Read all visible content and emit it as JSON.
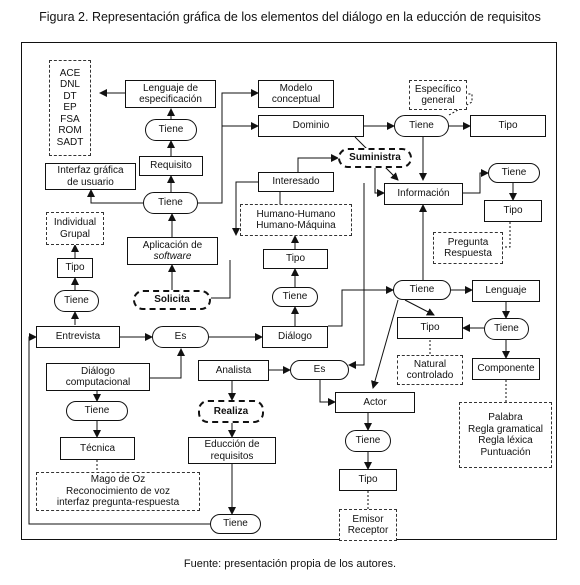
{
  "title": "Figura 2. Representación gráfica de los elementos del diálogo en la educción de requisitos",
  "caption": "Fuente: presentación propia de los autores.",
  "nodes": {
    "methods": "ACE\nDNL\nDT\nEP\nFSA\nROM\nSADT",
    "lenguaje_especificacion": "Lenguaje de\nespecificación",
    "modelo_conceptual": "Modelo\nconceptual",
    "especifico_general": "Específico\ngeneral",
    "tiene_lenguaje": "Tiene",
    "dominio": "Dominio",
    "tiene_dominio": "Tiene",
    "tipo_dominio": "Tipo",
    "requisito": "Requisito",
    "suministra": "Suministra",
    "interfaz_grafica": "Interfaz gráfica\nde usuario",
    "interesado": "Interesado",
    "informacion": "Información",
    "tiene_informacion": "Tiene",
    "tiene_central": "Tiene",
    "individual_grupal": "Individual\nGrupal",
    "humano": "Humano-Humano\nHumano-Máquina",
    "tipo_informacion": "Tipo",
    "aplicacion_prefix": "Aplicación de",
    "aplicacion_software": "software",
    "pregunta_respuesta": "Pregunta\nRespuesta",
    "tipo_entrevista": "Tipo",
    "tipo_dialogo": "Tipo",
    "solicita": "Solicita",
    "tiene_entrevista": "Tiene",
    "tiene_dialogo": "Tiene",
    "tiene_lenguaje2": "Tiene",
    "lenguaje": "Lenguaje",
    "entrevista": "Entrevista",
    "es_1": "Es",
    "dialogo": "Diálogo",
    "tipo_lenguaje": "Tipo",
    "tiene_componente": "Tiene",
    "dialogo_computacional": "Diálogo\ncomputacional",
    "analista": "Analista",
    "es_2": "Es",
    "natural_controlado": "Natural\ncontrolado",
    "componente": "Componente",
    "realiza": "Realiza",
    "actor": "Actor",
    "tiene_tecnica": "Tiene",
    "palabra": "Palabra\nRegla gramatical\nRegla léxica\nPuntuación",
    "educcion": "Educción de\nrequisitos",
    "tiene_actor": "Tiene",
    "tecnica": "Técnica",
    "mago": "Mago de Oz\nReconocimiento de voz\ninterfaz pregunta-respuesta",
    "tipo_actor": "Tipo",
    "tiene_bottom": "Tiene",
    "emisor_receptor": "Emisor\nReceptor"
  }
}
